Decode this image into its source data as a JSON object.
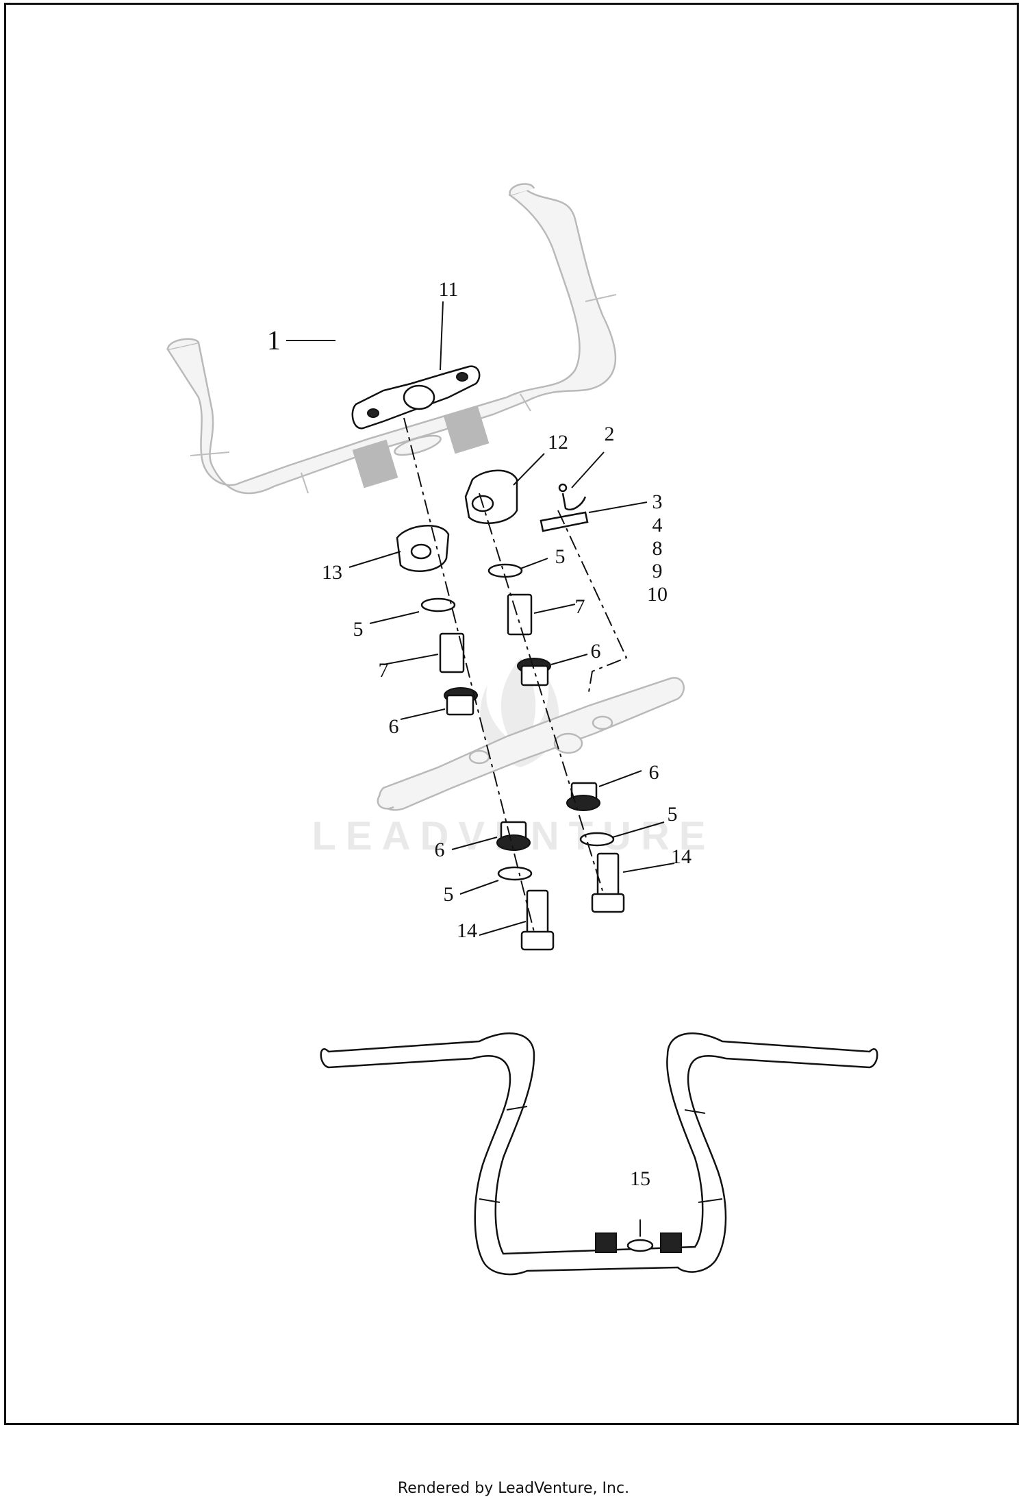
{
  "callouts": {
    "c1": "1",
    "c2": "2",
    "c3": "3",
    "c4": "4",
    "c8": "8",
    "c9": "9",
    "c10": "10",
    "c11": "11",
    "c12": "12",
    "c13": "13",
    "c5a": "5",
    "c5b": "5",
    "c5c": "5",
    "c5d": "5",
    "c6a": "6",
    "c6b": "6",
    "c6c": "6",
    "c6d": "6",
    "c7a": "7",
    "c7b": "7",
    "c14a": "14",
    "c14b": "14",
    "c15": "15"
  },
  "watermark": {
    "text": "LEADVENTURE"
  },
  "footer": {
    "text": "Rendered by LeadVenture, Inc."
  }
}
